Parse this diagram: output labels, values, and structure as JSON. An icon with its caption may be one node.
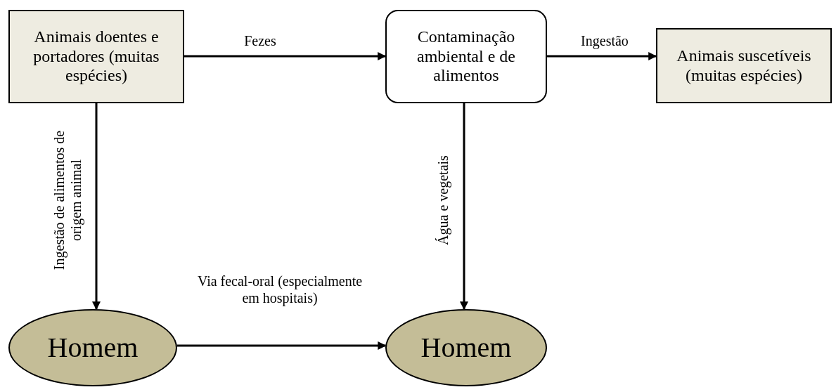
{
  "diagram": {
    "nodes": [
      {
        "text": [
          "Animais doentes e portadores (muitas espécies)"
        ]
      },
      {
        "text": [
          "Contaminação ambiental e de alimentos"
        ]
      },
      {
        "text": [
          "Animais suscetíveis (muitas espécies)"
        ]
      },
      {
        "text": [
          "Homem"
        ]
      },
      {
        "text": [
          "Homem"
        ]
      }
    ],
    "edges": [
      {
        "from": 0,
        "to": 1,
        "arrow": "to",
        "label": "Fezes"
      },
      {
        "from": 1,
        "to": 2,
        "arrow": "to",
        "label": "Ingestão"
      },
      {
        "from": 0,
        "to": 3,
        "arrow": "to",
        "label": "Ingestão de alimentos de origem animal"
      },
      {
        "from": 1,
        "to": 4,
        "arrow": "to",
        "label": "Água e vegetais"
      },
      {
        "from": 3,
        "to": 4,
        "arrow": "to",
        "label": "Via fecal-oral (especialmente em hospitais)"
      }
    ]
  }
}
